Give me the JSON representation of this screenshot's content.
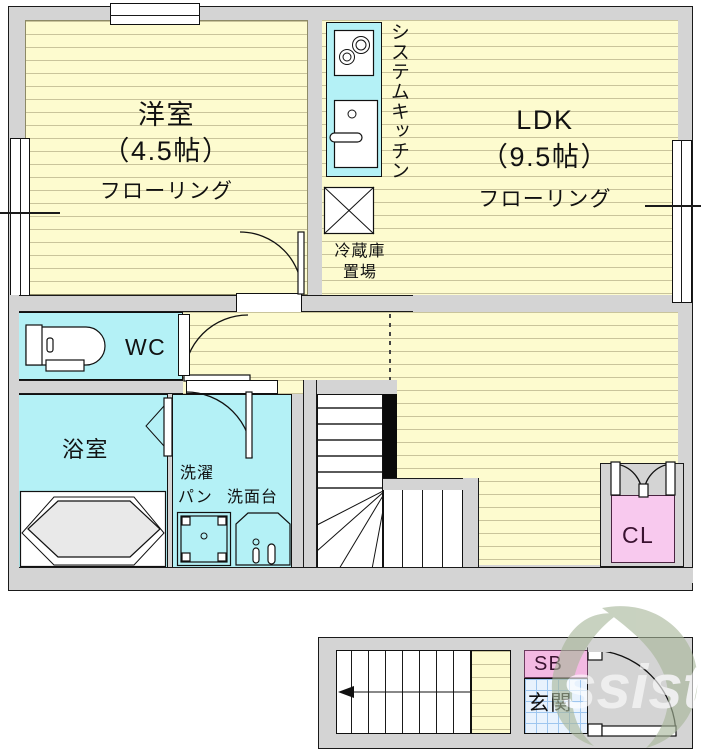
{
  "document": {
    "kind": "floor-plan",
    "watermark_text": "ssist"
  },
  "palette": {
    "flooring_fill": "#FDFBCF",
    "flooring_line": "#C9C49B",
    "wet_area_fill": "#B4F1F6",
    "closet_fill": "#F8C9EE",
    "shoebox_fill": "#F3B9E2",
    "wall_fill": "#D4D4D4",
    "genkan_tile": "#E8F2FD",
    "outline": "#1A1A1A",
    "watermark": "#A8B79A"
  },
  "upper_floor": {
    "rooms": [
      {
        "id": "western-room",
        "name": "洋室",
        "size": "（4.5帖）",
        "finish": "フローリング"
      },
      {
        "id": "ldk",
        "name": "LDK",
        "size": "（9.5帖）",
        "finish": "フローリング"
      },
      {
        "id": "wc",
        "name": "WC"
      },
      {
        "id": "bathroom",
        "name": "浴室"
      },
      {
        "id": "closet",
        "name": "CL"
      }
    ],
    "fixtures": [
      {
        "id": "system-kitchen",
        "label": "システムキッチン"
      },
      {
        "id": "refrigerator-space",
        "label_line1": "冷蔵庫",
        "label_line2": "置場"
      },
      {
        "id": "washer-pan",
        "label_line1": "洗濯",
        "label_line2": "パン"
      },
      {
        "id": "vanity",
        "label": "洗面台"
      }
    ]
  },
  "ground_floor_inset": {
    "rooms": [
      {
        "id": "shoe-box",
        "name": "SB"
      },
      {
        "id": "entrance",
        "name": "玄関"
      }
    ],
    "stair_direction": "up-arrow-left"
  }
}
